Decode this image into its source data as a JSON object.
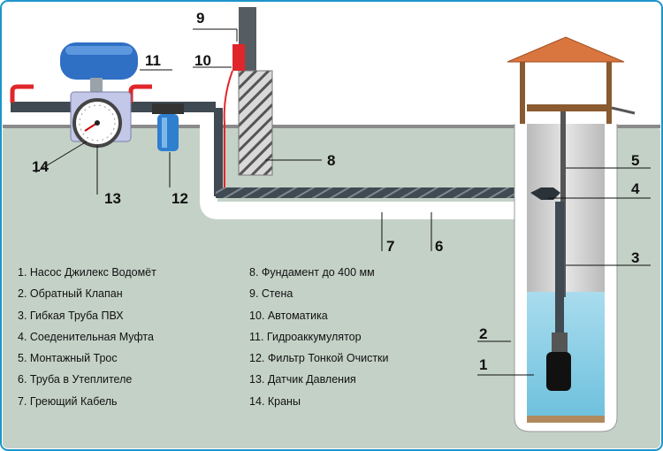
{
  "legend": {
    "left": [
      "1. Насос Джилекс Водомёт",
      "2. Обратный Клапан",
      "3. Гибкая Труба ПВХ",
      "4. Соеденительная Муфта",
      "5. Монтажный Трос",
      "6. Труба в Утеплителе",
      "7. Греющий Кабель"
    ],
    "right": [
      "8. Фундамент до 400 мм",
      "9. Стена",
      "10. Автоматика",
      "11. Гидроаккумулятор",
      "12. Фильтр Тонкой Очистки",
      "13. Датчик Давления",
      "14. Краны"
    ]
  },
  "callouts": {
    "n1": "1",
    "n2": "2",
    "n3": "3",
    "n4": "4",
    "n5": "5",
    "n6": "6",
    "n7": "7",
    "n8": "8",
    "n9": "9",
    "n10": "10",
    "n11": "11",
    "n12": "12",
    "n13": "13",
    "n14": "14"
  },
  "colors": {
    "ground": "#c4d1c7",
    "sky": "#ffffff",
    "border": "#1d95c9",
    "pipe": "#3f4a52",
    "water": "#8fd0e6",
    "roof": "#d9763f",
    "tank": "#2f6fc4",
    "red": "#e0262a"
  }
}
